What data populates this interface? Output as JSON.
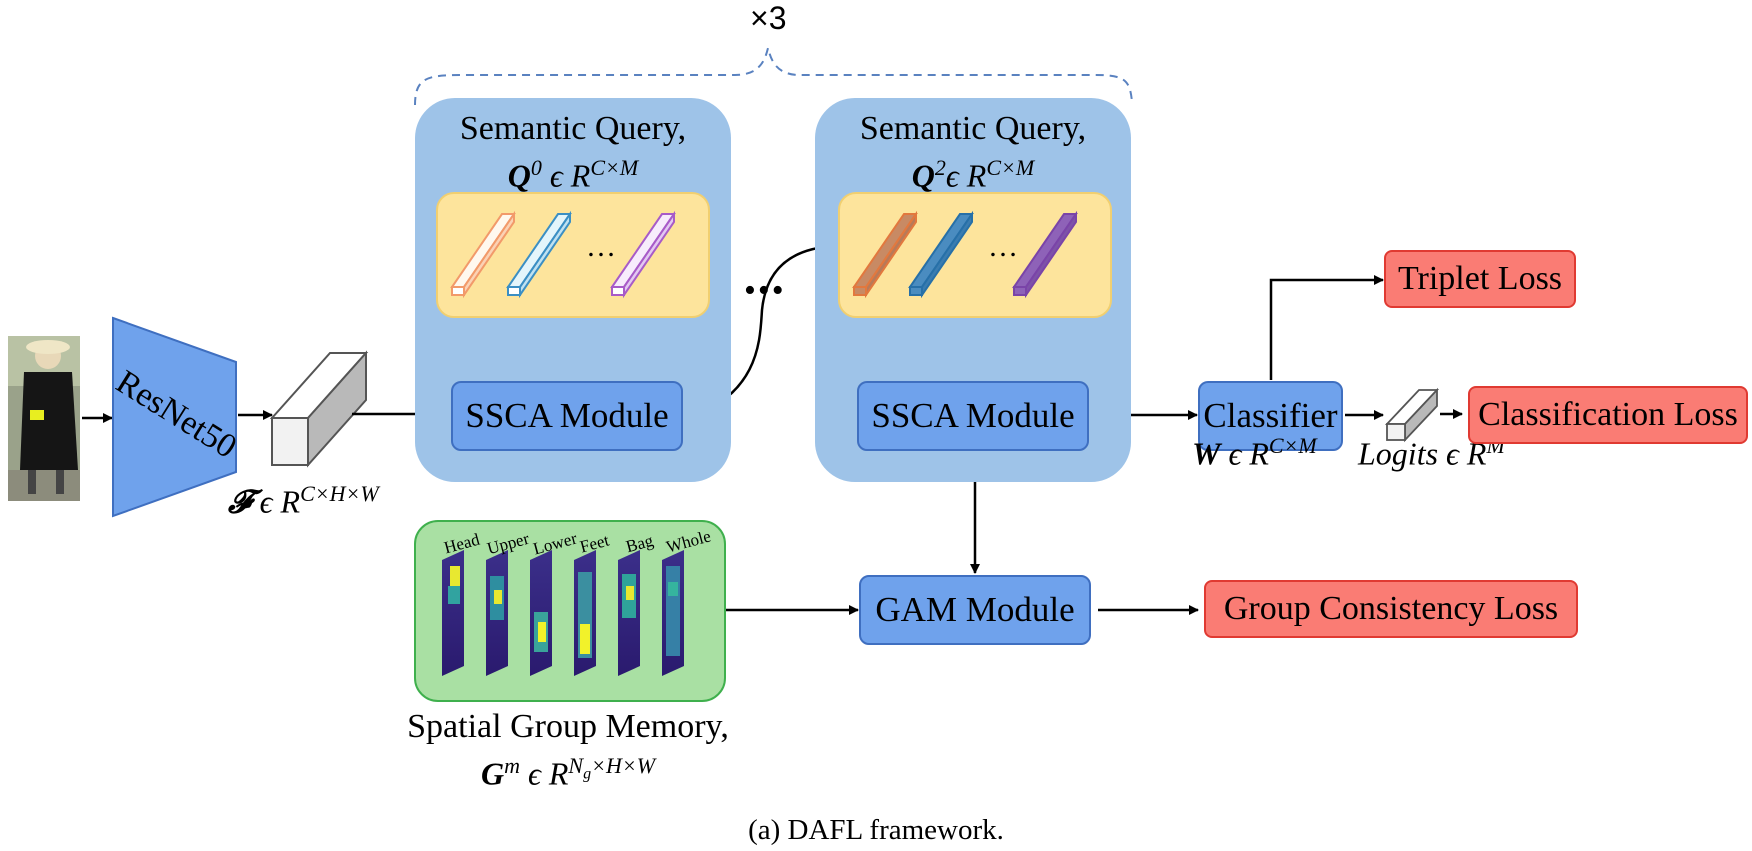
{
  "repeat_label": "×3",
  "backbone_label": "ResNet50",
  "feature_label": {
    "bold": "𝓕",
    "rest": " ϵ R",
    "sup": "C×H×W"
  },
  "query_panels": [
    {
      "title": "Semantic Query,",
      "symbol": "Q",
      "symbol_sup": "0",
      "rest": " ϵ R",
      "sup": "C×M"
    },
    {
      "title": "Semantic Query,",
      "symbol": "Q",
      "symbol_sup": "2",
      "rest": "ϵ R",
      "sup": "C×M"
    }
  ],
  "query_ellipsis": "…",
  "between_dots": "•••",
  "modules": {
    "ssca_1": "SSCA Module",
    "ssca_2": "SSCA Module",
    "classifier": "Classifier",
    "gam": "GAM Module"
  },
  "losses": {
    "triplet": "Triplet Loss",
    "classification": "Classification Loss",
    "group_consistency": "Group Consistency Loss"
  },
  "classifier_label": {
    "bold": "W",
    "rest": " ϵ R",
    "sup": "C×M"
  },
  "logits_label": {
    "text": "Logits ϵ R",
    "sup": "M"
  },
  "memory": {
    "title": "Spatial Group Memory,",
    "symbol": "G",
    "symbol_sup": "m",
    "rest": " ϵ R",
    "sup_main": "N",
    "sup_sub": "g",
    "sup_tail": "×H×W",
    "groups": [
      "Head",
      "Upper",
      "Lower",
      "Feet",
      "Bag",
      "Whole"
    ]
  },
  "caption": "(a) DAFL framework.",
  "colors": {
    "panel": "#9ec3e8",
    "module": "#6fa2ec",
    "loss": "#fa7c74",
    "memory": "#a9e0a3",
    "query_bar": "#fde49c",
    "backbone": "#6fa2ec"
  }
}
